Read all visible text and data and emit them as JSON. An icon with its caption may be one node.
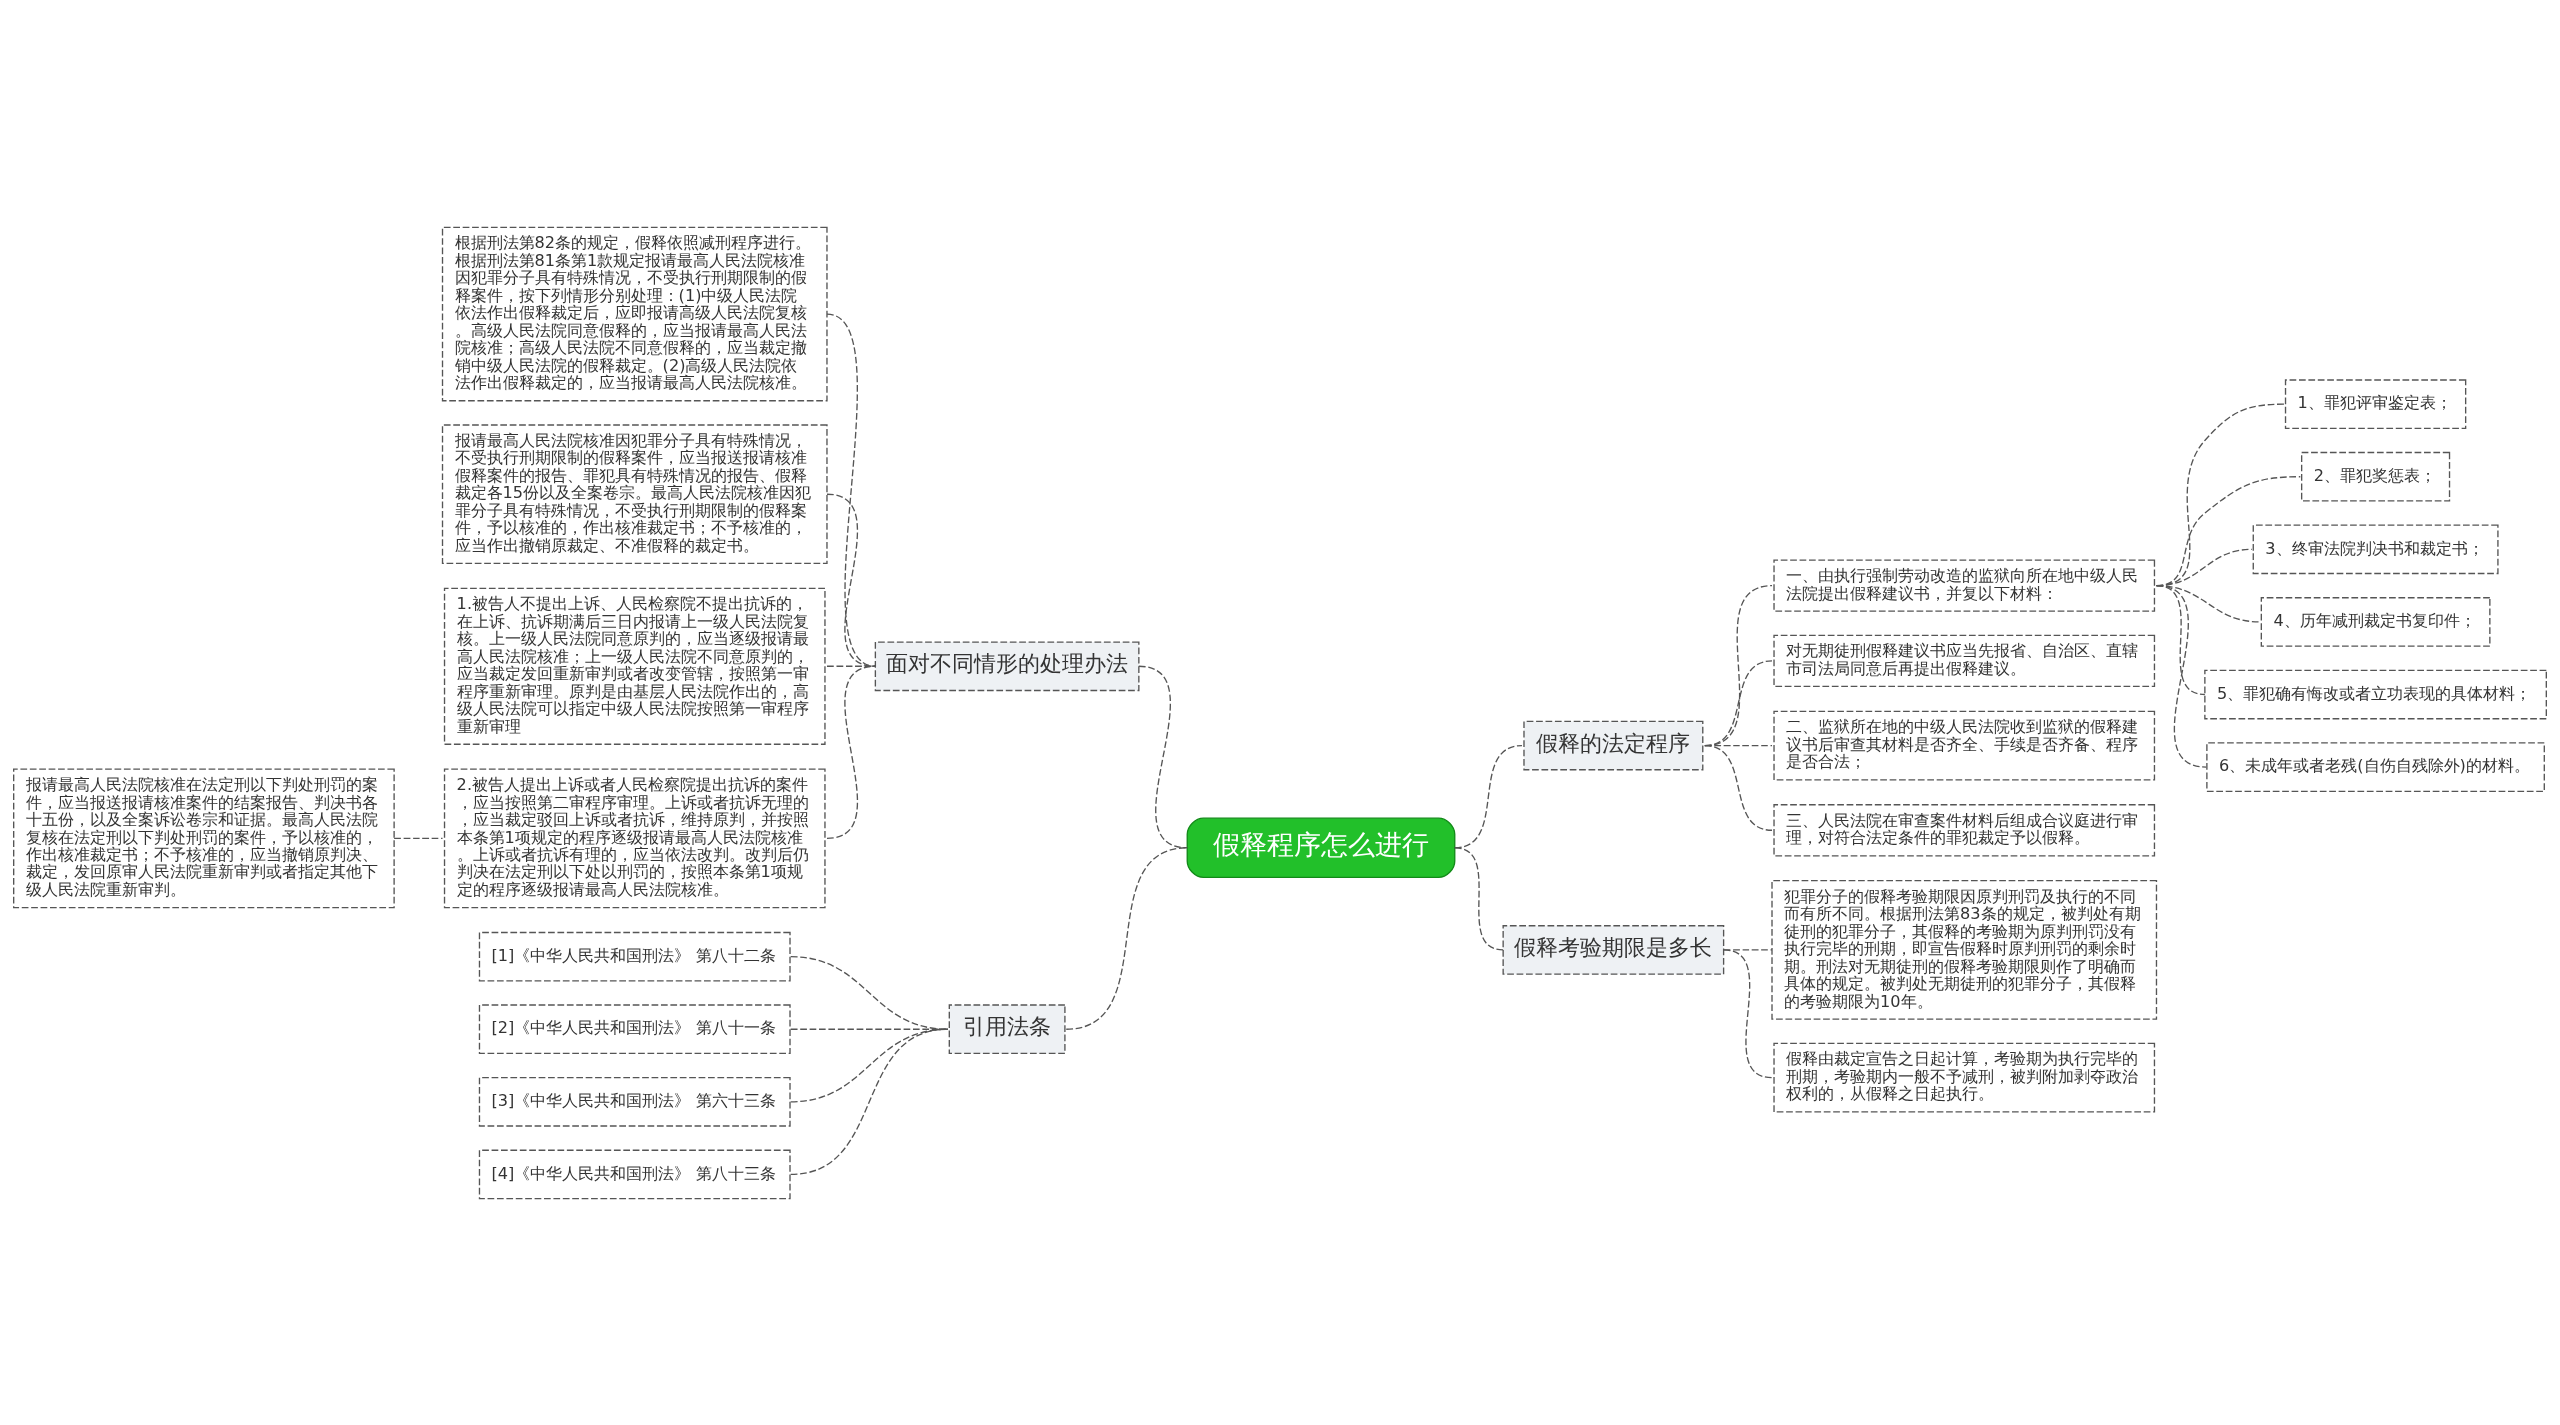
{
  "diagram": {
    "nodes": [
      {
        "text": [
          "假释程序怎么进行"
        ]
      },
      {
        "text": [
          "面对不同情形的处理办法"
        ]
      },
      {
        "text": [
          "根据刑法第82条的规定，假释依照减刑程序进行。根据刑法第81条第1款规定报请最高人民法院核准因犯罪分子具有特殊情况，不受执行刑期限制的假释案件，按下列情形分别处理：(1)中级人民法院依法作出假释裁定后，应即报请高级人民法院复核。高级人民法院同意假释的，应当报请最高人民法院核准；高级人民法院不同意假释的，应当裁定撤销中级人民法院的假释裁定。(2)高级人民法院依法作出假释裁定的，应当报请最高人民法院核准。"
        ]
      },
      {
        "text": [
          "报请最高人民法院核准因犯罪分子具有特殊情况，不受执行刑期限制的假释案件，应当报送报请核准假释案件的报告、罪犯具有特殊情况的报告、假释裁定各15份以及全案卷宗。最高人民法院核准因犯罪分子具有特殊情况，不受执行刑期限制的假释案件，予以核准的，作出核准裁定书；不予核准的，应当作出撤销原裁定、不准假释的裁定书。"
        ]
      },
      {
        "text": [
          "1.被告人不提出上诉、人民检察院不提出抗诉的，在上诉、抗诉期满后三日内报请上一级人民法院复核。上一级人民法院同意原判的，应当逐级报请最高人民法院核准；上一级人民法院不同意原判的，应当裁定发回重新审判或者改变管辖，按照第一审程序重新审理。原判是由基层人民法院作出的，高级人民法院可以指定中级人民法院按照第一审程序重新审理"
        ]
      },
      {
        "text": [
          "2.被告人提出上诉或者人民检察院提出抗诉的案件，应当按照第二审程序审理。上诉或者抗诉无理的，应当裁定驳回上诉或者抗诉，维持原判，并按照本条第1项规定的程序逐级报请最高人民法院核准。上诉或者抗诉有理的，应当依法改判。改判后仍判决在法定刑以下处以刑罚的，按照本条第1项规定的程序逐级报请最高人民法院核准。"
        ]
      },
      {
        "text": [
          "报请最高人民法院核准在法定刑以下判处刑罚的案件，应当报送报请核准案件的结案报告、判决书各十五份，以及全案诉讼卷宗和证据。最高人民法院复核在法定刑以下判处刑罚的案件，予以核准的，作出核准裁定书；不予核准的，应当撤销原判决、裁定，发回原审人民法院重新审判或者指定其他下级人民法院重新审判。"
        ]
      },
      {
        "text": [
          "引用法条"
        ]
      },
      {
        "text": [
          "[1]《中华人民共和国刑法》 第八十二条"
        ]
      },
      {
        "text": [
          "[2]《中华人民共和国刑法》 第八十一条"
        ]
      },
      {
        "text": [
          "[3]《中华人民共和国刑法》 第六十三条"
        ]
      },
      {
        "text": [
          "[4]《中华人民共和国刑法》 第八十三条"
        ]
      },
      {
        "text": [
          "假释的法定程序"
        ]
      },
      {
        "text": [
          "一、由执行强制劳动改造的监狱向所在地中级人民法院提出假释建议书，并复以下材料："
        ]
      },
      {
        "text": [
          "1、罪犯评审鉴定表；"
        ]
      },
      {
        "text": [
          "2、罪犯奖惩表；"
        ]
      },
      {
        "text": [
          "3、终审法院判决书和裁定书；"
        ]
      },
      {
        "text": [
          "4、历年减刑裁定书复印件；"
        ]
      },
      {
        "text": [
          "5、罪犯确有悔改或者立功表现的具体材料；"
        ]
      },
      {
        "text": [
          "6、未成年或者老残(自伤自残除外)的材料。"
        ]
      },
      {
        "text": [
          "对无期徒刑假释建议书应当先报省、自治区、直辖市司法局同意后再提出假释建议。"
        ]
      },
      {
        "text": [
          "二、监狱所在地的中级人民法院收到监狱的假释建议书后审查其材料是否齐全、手续是否齐备、程序是否合法；"
        ]
      },
      {
        "text": [
          "三、人民法院在审查案件材料后组成合议庭进行审理，对符合法定条件的罪犯裁定予以假释。"
        ]
      },
      {
        "text": [
          "假释考验期限是多长"
        ]
      },
      {
        "text": [
          "犯罪分子的假释考验期限因原判刑罚及执行的不同而有所不同。根据刑法第83条的规定，被判处有期徒刑的犯罪分子，其假释的考验期为原判刑罚没有执行完毕的刑期，即宣告假释时原判刑罚的剩余时期。刑法对无期徒刑的假释考验期限则作了明确而具体的规定。被判处无期徒刑的犯罪分子，其假释的考验期限为10年。"
        ]
      },
      {
        "text": [
          "假释由裁定宣告之日起计算，考验期为执行完毕的刑期，考验期内一般不予减刑，被判附加剥夺政治权利的，从假释之日起执行。"
        ]
      }
    ],
    "edges": [
      {
        "from": 0,
        "to": 1,
        "arrow": "none"
      },
      {
        "from": 1,
        "to": 2,
        "arrow": "none"
      },
      {
        "from": 1,
        "to": 3,
        "arrow": "none"
      },
      {
        "from": 1,
        "to": 4,
        "arrow": "none"
      },
      {
        "from": 1,
        "to": 5,
        "arrow": "none"
      },
      {
        "from": 5,
        "to": 6,
        "arrow": "none"
      },
      {
        "from": 0,
        "to": 7,
        "arrow": "none"
      },
      {
        "from": 7,
        "to": 8,
        "arrow": "none"
      },
      {
        "from": 7,
        "to": 9,
        "arrow": "none"
      },
      {
        "from": 7,
        "to": 10,
        "arrow": "none"
      },
      {
        "from": 7,
        "to": 11,
        "arrow": "none"
      },
      {
        "from": 0,
        "to": 12,
        "arrow": "none"
      },
      {
        "from": 12,
        "to": 13,
        "arrow": "none"
      },
      {
        "from": 13,
        "to": 14,
        "arrow": "none"
      },
      {
        "from": 13,
        "to": 15,
        "arrow": "none"
      },
      {
        "from": 13,
        "to": 16,
        "arrow": "none"
      },
      {
        "from": 13,
        "to": 17,
        "arrow": "none"
      },
      {
        "from": 13,
        "to": 18,
        "arrow": "none"
      },
      {
        "from": 13,
        "to": 19,
        "arrow": "none"
      },
      {
        "from": 12,
        "to": 20,
        "arrow": "none"
      },
      {
        "from": 12,
        "to": 21,
        "arrow": "none"
      },
      {
        "from": 12,
        "to": 22,
        "arrow": "none"
      },
      {
        "from": 0,
        "to": 23,
        "arrow": "none"
      },
      {
        "from": 23,
        "to": 24,
        "arrow": "none"
      },
      {
        "from": 23,
        "to": 25,
        "arrow": "none"
      }
    ]
  }
}
